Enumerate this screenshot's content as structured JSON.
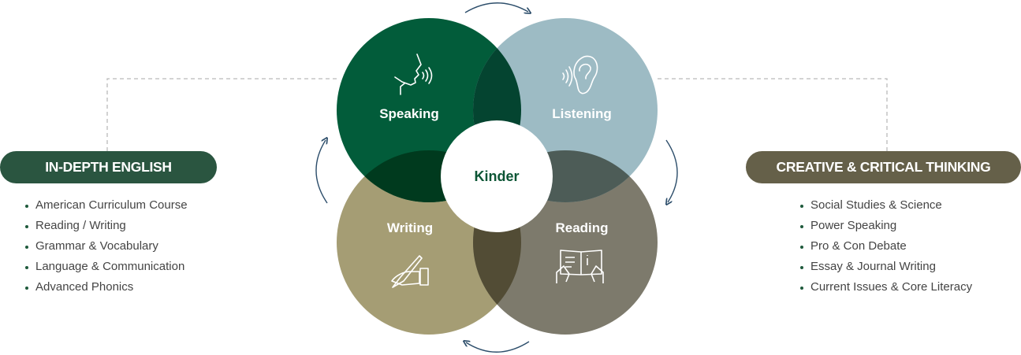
{
  "center": {
    "label": "Kinder"
  },
  "skills": [
    {
      "label": "Speaking",
      "icon": "speaking-face-icon",
      "color": "#025c3a"
    },
    {
      "label": "Listening",
      "icon": "ear-icon",
      "color": "#9dbbc4"
    },
    {
      "label": "Writing",
      "icon": "hand-writing-icon",
      "color": "#a59d74"
    },
    {
      "label": "Reading",
      "icon": "open-book-icon",
      "color": "#7d7a6c"
    }
  ],
  "left_panel": {
    "title": "IN-DEPTH ENGLISH",
    "color": "#2a5540",
    "items": [
      "American Curriculum Course",
      "Reading / Writing",
      "Grammar & Vocabulary",
      "Language & Communication",
      "Advanced Phonics"
    ]
  },
  "right_panel": {
    "title": "CREATIVE & CRITICAL THINKING",
    "color": "#656049",
    "items": [
      "Social Studies & Science",
      "Power Speaking",
      "Pro & Con Debate",
      "Essay & Journal Writing",
      "Current Issues & Core Literacy"
    ]
  }
}
